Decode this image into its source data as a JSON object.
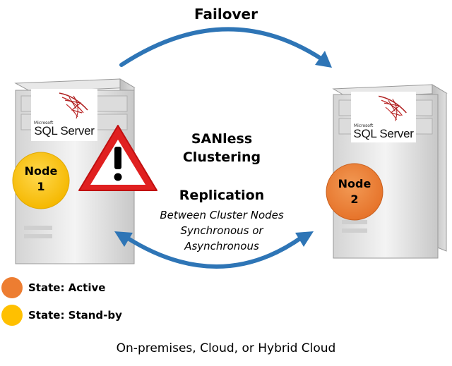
{
  "title": "Failover",
  "center": {
    "heading_line1": "SANless",
    "heading_line2": "Clustering",
    "replication": "Replication",
    "detail_line1": "Between Cluster Nodes",
    "detail_line2": "Synchronous or",
    "detail_line3": "Asynchronous"
  },
  "nodes": [
    {
      "label": "Node",
      "number": "1",
      "state_color": "#ffc000",
      "brand_small": "Microsoft",
      "brand": "SQL Server"
    },
    {
      "label": "Node",
      "number": "2",
      "state_color": "#ed7d31",
      "brand_small": "Microsoft",
      "brand": "SQL Server"
    }
  ],
  "warning": {
    "glyph": "!",
    "icon": "warning-icon",
    "color": "#e02020"
  },
  "legend": [
    {
      "label": "State: Active",
      "color": "#ed7d31"
    },
    {
      "label": "State: Stand-by",
      "color": "#ffc000"
    }
  ],
  "arrow_color": "#2e75b6",
  "footer": "On-premises, Cloud, or Hybrid Cloud"
}
